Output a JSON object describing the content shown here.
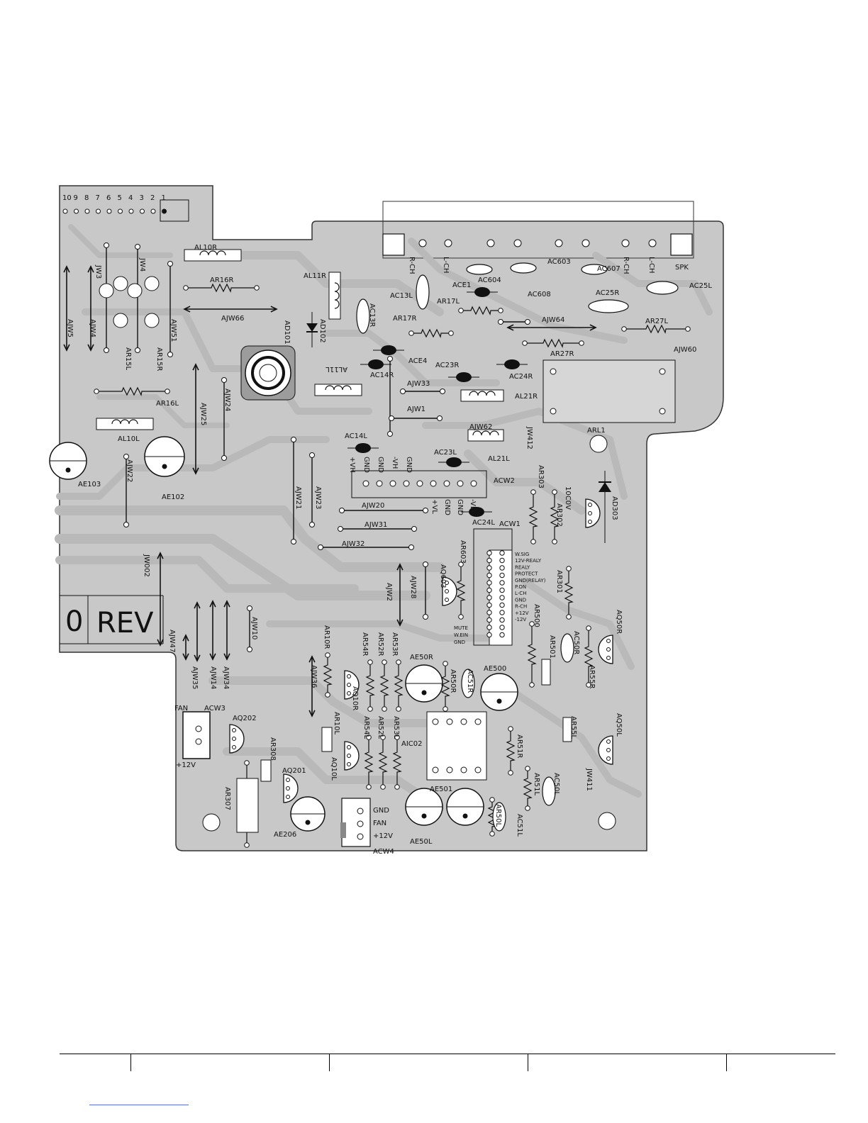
{
  "board": {
    "connector_numbers": [
      "10",
      "9",
      "8",
      "7",
      "6",
      "5",
      "4",
      "3",
      "2",
      "1"
    ],
    "rev_label": "REV",
    "rev_digit": "0",
    "component_labels": [
      "AL10R",
      "AR16R",
      "AL11R",
      "AJW66",
      "AD101",
      "AD102",
      "AC13R",
      "AR17R",
      "AL11L",
      "AC14R",
      "ACE4",
      "AC23R",
      "AC24R",
      "AL21R",
      "AJW33",
      "AJW1",
      "AJW62",
      "JW412",
      "AC14L",
      "AC23L",
      "AL21L",
      "ACW2",
      "AJW20",
      "AJW31",
      "AJW32",
      "AC24L",
      "ACW1",
      "AR603",
      "AQ603",
      "AJW28",
      "AJW2",
      "AR301",
      "AR303",
      "AR302",
      "AD303",
      "ARL1",
      "AC603",
      "AC604",
      "AC607",
      "AC608",
      "AC25R",
      "AC25L",
      "ACE1",
      "AR17L",
      "AC13L",
      "AJW64",
      "AR27L",
      "AR27R",
      "AJW60",
      "SPK",
      "JW3",
      "JW4",
      "AJW5",
      "AJW4",
      "AJW51",
      "AR15L",
      "AR15R",
      "AR16L",
      "AL10L",
      "AJW25",
      "AJW24",
      "AJW22",
      "AE103",
      "AE102",
      "AJW21",
      "AJW23",
      "JW002",
      "AJW10",
      "AJW47",
      "AJW35",
      "AJW14",
      "AJW34",
      "AJW36",
      "AR10R",
      "AR54R",
      "AR52R",
      "AR53R",
      "AE50R",
      "AR50R",
      "AC51R",
      "AE500",
      "AR500",
      "AR501",
      "AC50R",
      "AR55R",
      "AQ50R",
      "AQ10R",
      "AR10L",
      "AR54L",
      "AR52L",
      "AR53L",
      "AIC02",
      "AR51R",
      "AR55L",
      "AQ50L",
      "AQ10L",
      "AR51L",
      "AC50L",
      "JW411",
      "AE501",
      "AR50L",
      "AC51L",
      "AE50L",
      "FAN",
      "ACW3",
      "AQ202",
      "AR308",
      "AQ201",
      "AR307",
      "AE206",
      "ACW4"
    ],
    "acw2_pins_top": [
      "+VH",
      "GND",
      "GND",
      "-VH",
      "GND"
    ],
    "acw2_pins_bottom": [
      "+VL",
      "GND",
      "GND",
      "-VL"
    ],
    "acw1_pins": [
      "W.SIG",
      "12V-REALY",
      "REALY",
      "PROTECT",
      "GND(RELAY)",
      "P.ON",
      "L-CH",
      "GND",
      "R-CH",
      "+12V",
      "-12V"
    ],
    "acw1_extra": [
      "MUTE",
      "W.EIN",
      "GND"
    ],
    "spk_pins": [
      "R-CH",
      "L-CH",
      "R-CH",
      "L-CH"
    ],
    "acw4_pins": [
      "GND",
      "FAN",
      "+12V"
    ],
    "fan_voltage": "+12V",
    "ad303_rating": "10C0V"
  },
  "colors": {
    "copper": "#b9b9b9",
    "board": "#c8c8c8",
    "ink": "#111111",
    "link": "#5a6fd8"
  }
}
